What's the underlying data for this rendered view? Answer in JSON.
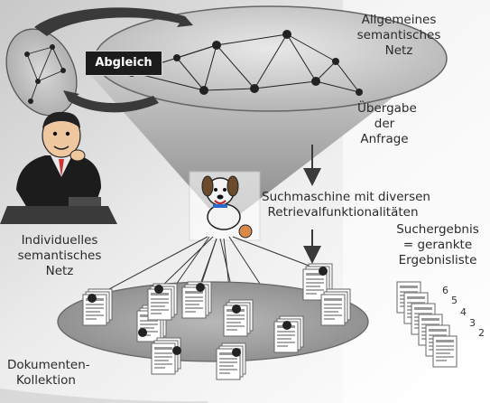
{
  "labels": {
    "general_net": [
      "Allgemeines",
      "semantisches",
      "Netz"
    ],
    "abgleich": "Abgleich",
    "handover": [
      "Übergabe",
      "der",
      "Anfrage"
    ],
    "search_engine": [
      "Suchmaschine mit diversen",
      "Retrievalfunktionalitäten"
    ],
    "individual_net": [
      "Individuelles",
      "semantisches",
      "Netz"
    ],
    "result": [
      "Suchergebnis",
      "= gerankte",
      "Ergebnisliste"
    ],
    "collection": [
      "Dokumenten-",
      "Kollektion"
    ]
  },
  "ranks": [
    "6",
    "5",
    "4",
    "3",
    "2"
  ],
  "colors": {
    "ink": "#2a2a2a",
    "background": "#ffffff",
    "shade": "#9a9a9a"
  },
  "icons": [
    "person-icon",
    "dog-icon",
    "document-icon"
  ]
}
